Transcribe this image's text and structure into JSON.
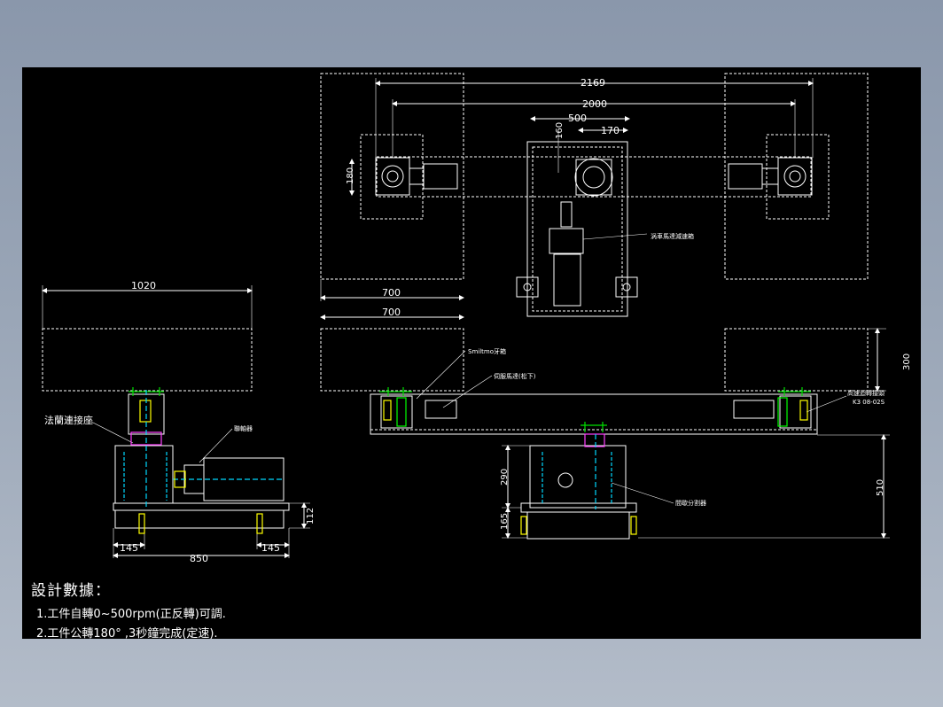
{
  "dimensions": {
    "d2169": "2169",
    "d2000": "2000",
    "d500": "500",
    "d160": "160",
    "d170": "170",
    "d180": "180",
    "d700a": "700",
    "d700b": "700",
    "d300": "300",
    "d1020": "1020",
    "d112": "112",
    "d145a": "145",
    "d145b": "145",
    "d850": "850",
    "d290": "290",
    "d165": "165",
    "d510": "510"
  },
  "labels": {
    "worm_gearbox": "涡車馬達減速箱",
    "smiltmo_gearbox": "Smiltmo牙箱",
    "servo_motor": "伺服馬達(松下)",
    "slip_ring": "高速迴轉接頭",
    "slip_ring_model": "K3 08-02S",
    "flange": "法蘭連接座",
    "coupling": "聯軸器",
    "indexer": "間歇分割器"
  },
  "notes": {
    "title": "設計數據：",
    "line1": "1.工件自轉0~500rpm(正反轉)可調.",
    "line2": "2.工件公轉180° ,3秒鐘完成(定速)."
  },
  "colors": {
    "line": "#ffffff",
    "green": "#00e000",
    "magenta": "#ff40ff",
    "cyan": "#00d8ff",
    "yellow": "#ffff00"
  }
}
